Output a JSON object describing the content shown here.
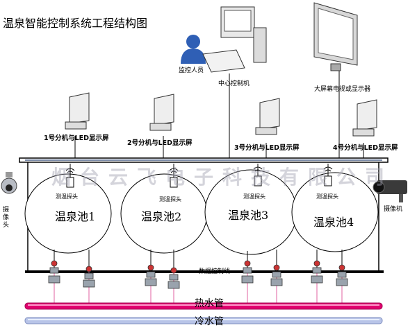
{
  "title": "温泉智能控制系统工程结构图",
  "computers": {
    "monitor_person": "监控人员",
    "center_host": "中心控制机",
    "big_screen": "大屏幕电视或显示器"
  },
  "sub_units": [
    "1号分机与LED显示屏",
    "2号分机与LED显示屏",
    "3号分机与LED显示屏",
    "4号分机与LED显示屏"
  ],
  "watermark": "烟台云飞电子科技有限公司",
  "cameras": {
    "left": "摄像头",
    "right": "摄像机"
  },
  "pools": [
    {
      "name": "温泉池1",
      "probe": "测温探头"
    },
    {
      "name": "温泉池2",
      "probe": "测温探头"
    },
    {
      "name": "温泉池3",
      "probe": "测温探头"
    },
    {
      "name": "温泉池4",
      "probe": "测温探头"
    }
  ],
  "data_line_label": "数据控制线",
  "hot_pipe": "热水管",
  "cold_pipe": "冷水管",
  "colors": {
    "hot_pipe": "#e0006e",
    "cold_pipe": "#b8c4e8",
    "line": "#000000"
  }
}
